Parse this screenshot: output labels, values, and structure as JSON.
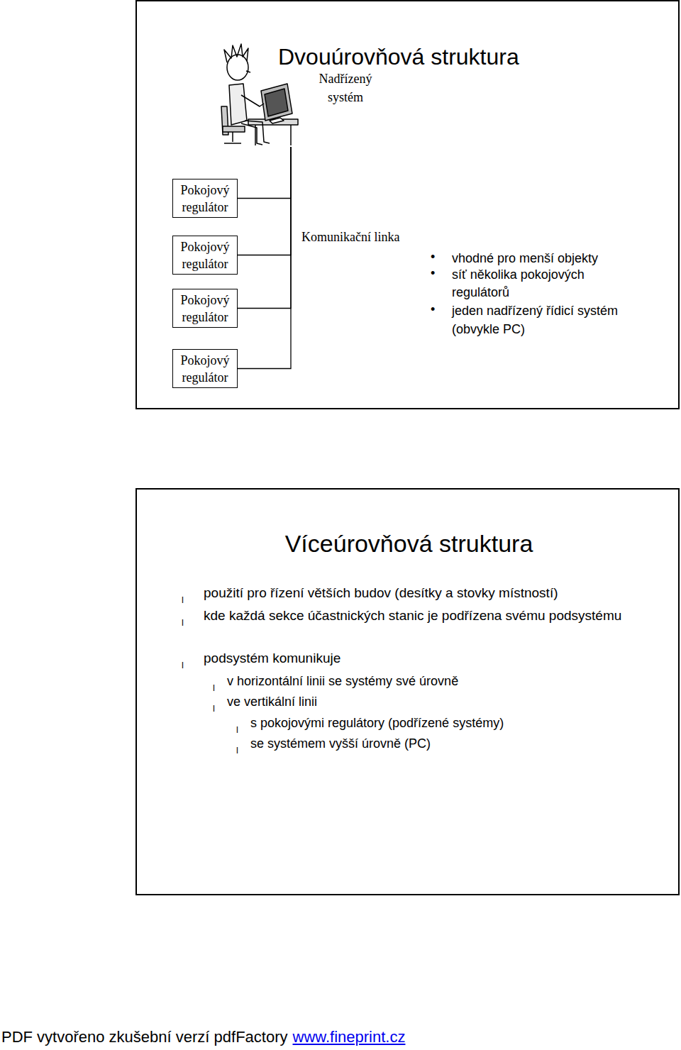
{
  "diagram": {
    "nodes": [
      {
        "text": [
          "Dvouúrovňová struktura",
          "vhodné pro menší objekty",
          "síť několika pokojových regulátorů",
          "jeden nadřízený řídicí systém (obvykle PC)"
        ]
      },
      {
        "text": [
          "Nadřízený systém"
        ],
        "in": 0
      },
      {
        "text": [
          "Pokojový regulátor"
        ],
        "in": 0
      },
      {
        "text": [
          "Pokojový regulátor"
        ],
        "in": 0
      },
      {
        "text": [
          "Pokojový regulátor"
        ],
        "in": 0
      },
      {
        "text": [
          "Pokojový regulátor"
        ],
        "in": 0
      },
      {
        "text": [
          "Víceúrovňová struktura",
          "použití pro řízení větších budov (desítky a stovky místností)",
          "kde každá sekce účastnických stanic je podřízena svému podsystému",
          "podsystém komunikuje",
          "v horizontální linii se systémy své úrovně",
          "ve vertikální linii",
          "s pokojovými regulátory (podřízené systémy)",
          "se systémem vyšší úrovně (PC)"
        ]
      }
    ],
    "edges": [
      {
        "from": 2,
        "to": 1,
        "arrow": "none"
      },
      {
        "from": 3,
        "to": 1,
        "arrow": "none"
      },
      {
        "from": 4,
        "to": 1,
        "arrow": "none"
      },
      {
        "from": 5,
        "to": 1,
        "arrow": "none"
      }
    ],
    "labels": [
      "Komunikační linka",
      "•",
      "•",
      "•",
      "l",
      "l",
      "l",
      "l",
      "l",
      "l",
      "l",
      "PDF vytvořeno zkušební verzí pdfFactory",
      "www.fineprint.cz"
    ]
  }
}
